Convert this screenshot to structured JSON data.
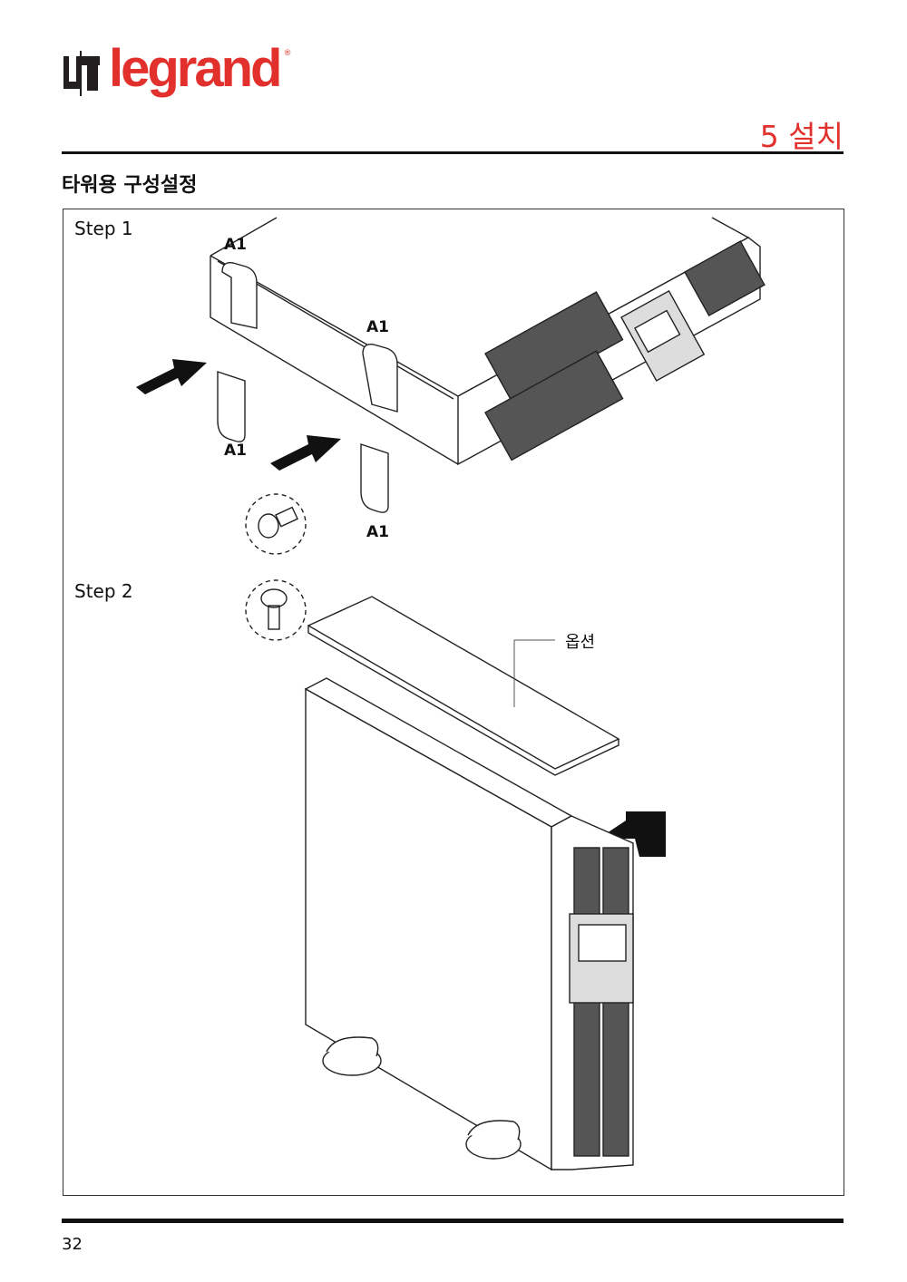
{
  "header": {
    "logo_text": "legrand",
    "chapter": "5 설치"
  },
  "section_title": "타워용 구성설정",
  "figure": {
    "step1_label": "Step 1",
    "step2_label": "Step 2",
    "bracket_labels": [
      "A1",
      "A1",
      "A1",
      "A1"
    ],
    "option_label": "옵션"
  },
  "footer": {
    "page_number": "32"
  }
}
